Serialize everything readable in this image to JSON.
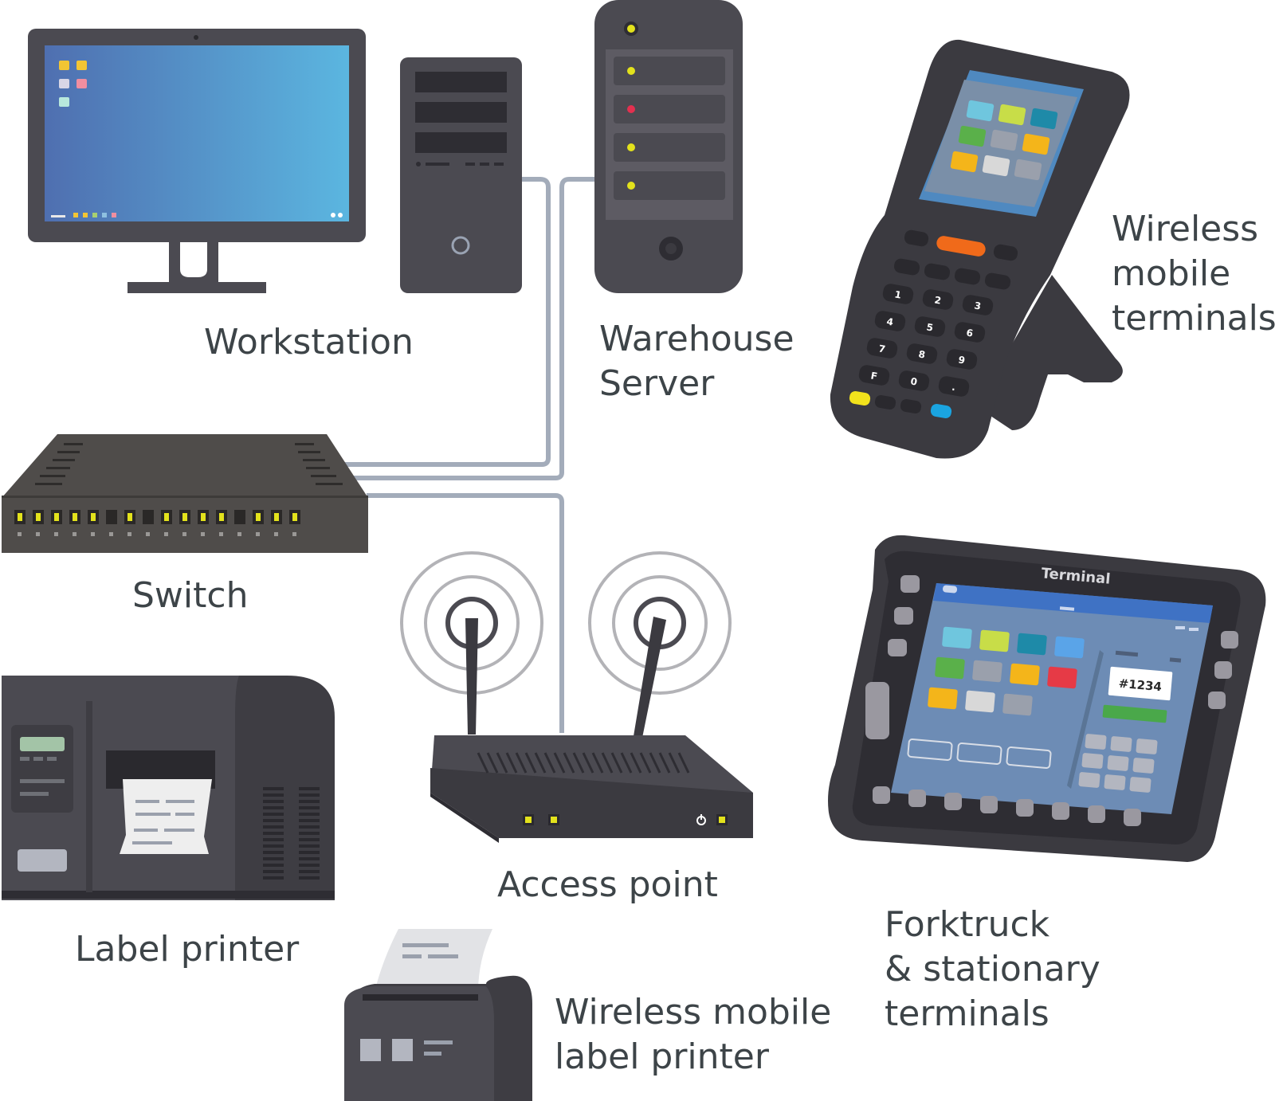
{
  "labels": {
    "workstation": "Workstation",
    "warehouse_server": [
      "Warehouse",
      "Server"
    ],
    "wireless_terminals": [
      "Wireless",
      "mobile",
      "terminals"
    ],
    "switch": "Switch",
    "access_point": "Access point",
    "label_printer": "Label printer",
    "mobile_printer": [
      "Wireless mobile",
      "label printer"
    ],
    "forktruck": [
      "Forktruck",
      "& stationary",
      "terminals"
    ]
  },
  "device_text": {
    "terminal_brand": "Terminal",
    "ticket_number": "#1234",
    "keypad_keys": [
      "1",
      "2",
      "3",
      "4",
      "5",
      "6",
      "7",
      "8",
      "9",
      "F",
      "0",
      "."
    ]
  },
  "colors": {
    "cable": "#a3acba",
    "device_dark": "#4a484f",
    "device_darker": "#3b3a40",
    "screen_blue": "#5aa6d8",
    "led_yellow": "#e3e21c",
    "led_red": "#e3304f",
    "text": "#3d4448"
  }
}
